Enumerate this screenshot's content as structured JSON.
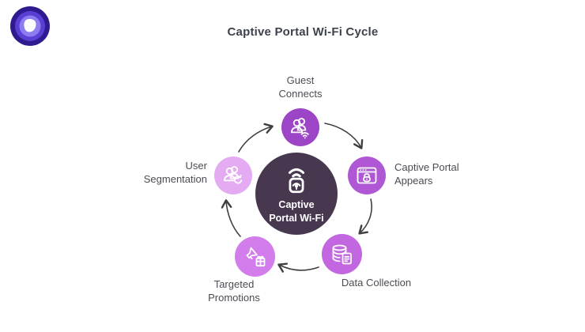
{
  "brand": {
    "logo_icon": "brand-logo-icon",
    "colors": {
      "outer": "#2F1A90",
      "mid": "#5B3FD4",
      "inner": "#8D7CEF",
      "pick": "#FBFAFF"
    }
  },
  "header": {
    "title": "Captive Portal Wi-Fi Cycle"
  },
  "diagram": {
    "center": {
      "label": "Captive\nPortal Wi-Fi",
      "icon": "wifi-padlock-icon",
      "color": "#473850"
    },
    "nodes": [
      {
        "id": "guest-connects",
        "label": "Guest\nConnects",
        "icon": "users-wifi-icon",
        "color": "#9C45C6"
      },
      {
        "id": "captive-portal-appears",
        "label": "Captive Portal\nAppears",
        "icon": "browser-lock-icon",
        "color": "#AF57D4"
      },
      {
        "id": "data-collection",
        "label": "Data Collection",
        "icon": "database-document-icon",
        "color": "#C267DF"
      },
      {
        "id": "targeted-promotions",
        "label": "Targeted\nPromotions",
        "icon": "megaphone-gift-icon",
        "color": "#D37CEB"
      },
      {
        "id": "user-segmentation",
        "label": "User\nSegmentation",
        "icon": "users-refresh-icon",
        "color": "#E4ABF2"
      }
    ],
    "arrow_color": "#3F3F3F",
    "cycle_order": [
      "guest-connects",
      "captive-portal-appears",
      "data-collection",
      "targeted-promotions",
      "user-segmentation"
    ]
  }
}
